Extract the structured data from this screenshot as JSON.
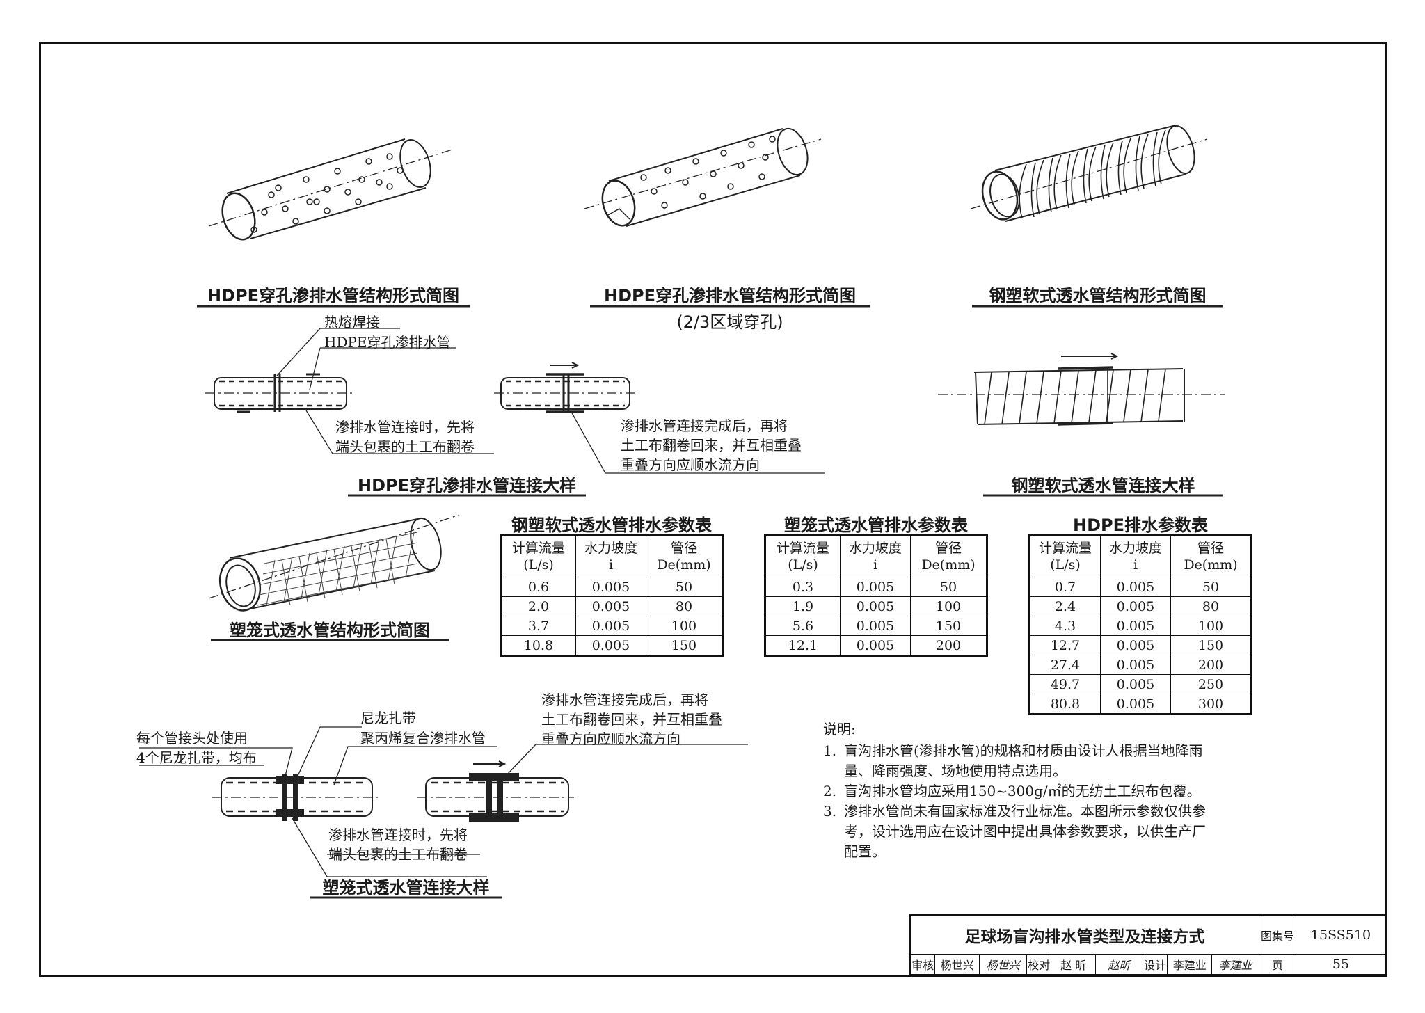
{
  "captions": {
    "hdpe_perforated": "HDPE穿孔渗排水管结构形式简图",
    "hdpe_partial": "HDPE穿孔渗排水管结构形式简图",
    "hdpe_partial_sub": "(2/3区域穿孔)",
    "steel_plastic": "钢塑软式透水管结构形式简图",
    "hdpe_connection": "HDPE穿孔渗排水管连接大样",
    "steel_connection": "钢塑软式透水管连接大样",
    "cage_structure": "塑笼式透水管结构形式简图",
    "cage_connection": "塑笼式透水管连接大样"
  },
  "labels": {
    "hot_melt": "热熔焊接",
    "hdpe_pipe": "HDPE穿孔渗排水管",
    "hdpe_wrap_1": "渗排水管连接时，先将",
    "hdpe_wrap_2": "端头包裹的土工布翻卷",
    "hdpe_done_1": "渗排水管连接完成后，再将",
    "hdpe_done_2": "土工布翻卷回来，并互相重叠",
    "hdpe_done_3": "重叠方向应顺水流方向",
    "nylon_tie": "尼龙扎带",
    "pp_pipe": "聚丙烯复合渗排水管",
    "each_joint_1": "每个管接头处使用",
    "each_joint_2": "4个尼龙扎带，均布",
    "cage_wrap_1": "渗排水管连接时，先将",
    "cage_wrap_2": "端头包裹的土工布翻卷",
    "cage_done_1": "渗排水管连接完成后，再将",
    "cage_done_2": "土工布翻卷回来，并互相重叠",
    "cage_done_3": "重叠方向应顺水流方向"
  },
  "tables": {
    "headers": {
      "flow_1": "计算流量",
      "flow_2": "(L/s)",
      "slope_1": "水力坡度",
      "slope_2": "i",
      "diameter": "管径De(mm)"
    },
    "steel": {
      "title": "钢塑软式透水管排水参数表",
      "rows": [
        [
          "0.6",
          "0.005",
          "50"
        ],
        [
          "2.0",
          "0.005",
          "80"
        ],
        [
          "3.7",
          "0.005",
          "100"
        ],
        [
          "10.8",
          "0.005",
          "150"
        ]
      ]
    },
    "cage": {
      "title": "塑笼式透水管排水参数表",
      "rows": [
        [
          "0.3",
          "0.005",
          "50"
        ],
        [
          "1.9",
          "0.005",
          "100"
        ],
        [
          "5.6",
          "0.005",
          "150"
        ],
        [
          "12.1",
          "0.005",
          "200"
        ]
      ]
    },
    "hdpe": {
      "title": "HDPE排水参数表",
      "rows": [
        [
          "0.7",
          "0.005",
          "50"
        ],
        [
          "2.4",
          "0.005",
          "80"
        ],
        [
          "4.3",
          "0.005",
          "100"
        ],
        [
          "12.7",
          "0.005",
          "150"
        ],
        [
          "27.4",
          "0.005",
          "200"
        ],
        [
          "49.7",
          "0.005",
          "250"
        ],
        [
          "80.8",
          "0.005",
          "300"
        ]
      ]
    }
  },
  "explanation": {
    "heading": "说明:",
    "items": [
      {
        "num": "1.",
        "lines": [
          "盲沟排水管(渗排水管)的规格和材质由设计人根据当地降雨",
          "量、降雨强度、场地使用特点选用。"
        ]
      },
      {
        "num": "2.",
        "lines": [
          "盲沟排水管均应采用150~300g/㎡的无纺土工织布包覆。"
        ]
      },
      {
        "num": "3.",
        "lines": [
          "渗排水管尚未有国家标准及行业标准。本图所示参数仅供参",
          "考，设计选用应在设计图中提出具体参数要求，以供生产厂",
          "配置。"
        ]
      }
    ]
  },
  "title_block": {
    "title": "足球场盲沟排水管类型及连接方式",
    "atlas_label": "图集号",
    "atlas_no": "15SS510",
    "review_label": "审核",
    "review_name": "杨世兴",
    "review_sig": "杨世兴",
    "check_label": "校对",
    "check_name": "赵 昕",
    "check_sig": "赵昕",
    "design_label": "设计",
    "design_name": "李建业",
    "design_sig": "李建业",
    "page_label": "页",
    "page_no": "55"
  }
}
